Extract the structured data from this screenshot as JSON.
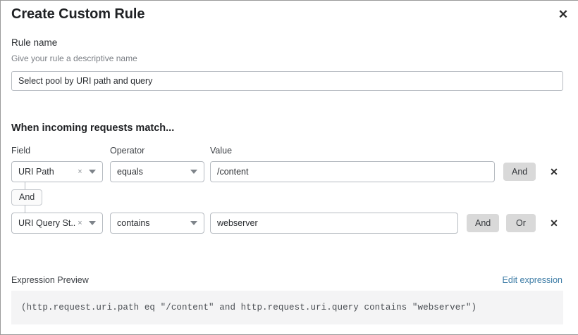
{
  "dialog": {
    "title": "Create Custom Rule",
    "close_icon": "close-icon"
  },
  "rule_name": {
    "label": "Rule name",
    "hint": "Give your rule a descriptive name",
    "value": "Select pool by URI path and query",
    "placeholder": "Select pool by URI path and query"
  },
  "match_section": {
    "heading": "When incoming requests match...",
    "columns": {
      "field": "Field",
      "operator": "Operator",
      "value": "Value"
    },
    "rows": [
      {
        "field": "URI Path",
        "operator": "equals",
        "value": "/content",
        "clear_icon": "×",
        "caret_icon": "chevron-down-icon",
        "and_label": "And",
        "remove_icon": "✕"
      },
      {
        "field": "URI Query St...",
        "operator": "contains",
        "value": "webserver",
        "clear_icon": "×",
        "caret_icon": "chevron-down-icon",
        "and_label": "And",
        "or_label": "Or",
        "remove_icon": "✕"
      }
    ],
    "connector_label": "And"
  },
  "expression": {
    "label": "Expression Preview",
    "edit_link": "Edit expression",
    "code": "(http.request.uri.path eq \"/content\" and http.request.uri.query contains \"webserver\")"
  },
  "colors": {
    "accent_link": "#3d7ca6",
    "pill_bg": "#d9d9d9",
    "code_bg": "#f4f4f5",
    "border": "#b6bbc1"
  }
}
